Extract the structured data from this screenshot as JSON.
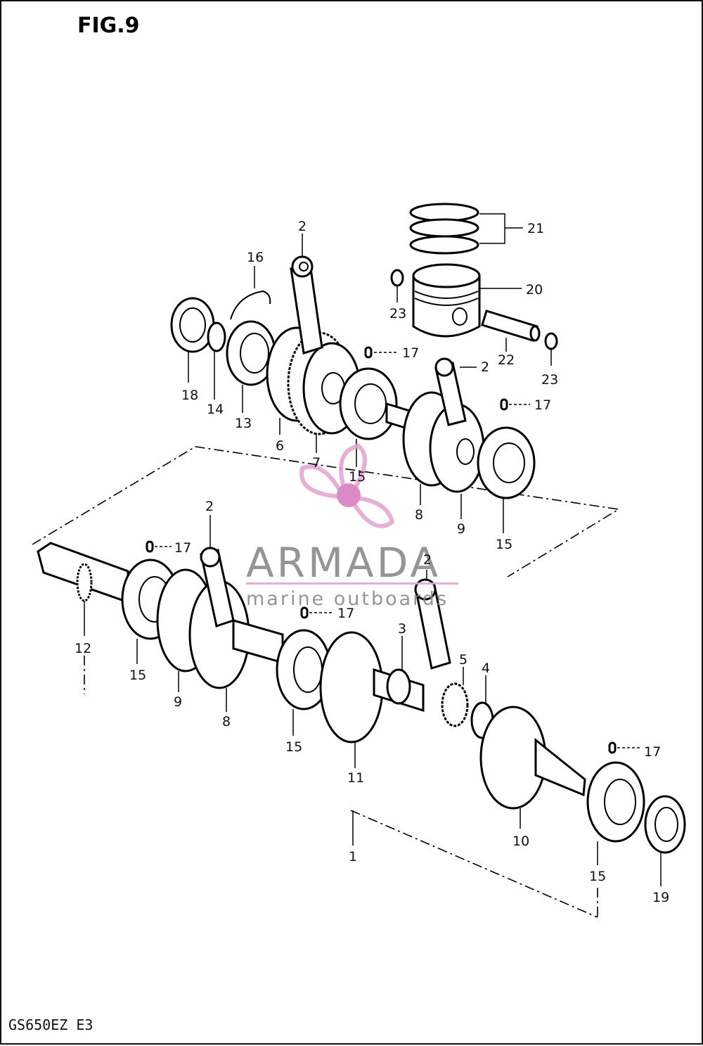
{
  "figure": {
    "title": "FIG.9",
    "model_code": "GS650EZ E3"
  },
  "watermark": {
    "brand": "ARMADA",
    "tagline": "marine outboards",
    "colors": {
      "brand": "#8a8a8a",
      "accent": "#e6a6d2",
      "dot": "#d77fbf"
    }
  },
  "callouts": [
    {
      "id": "c-21",
      "text": "21"
    },
    {
      "id": "c-20",
      "text": "20"
    },
    {
      "id": "c-23a",
      "text": "23"
    },
    {
      "id": "c-23b",
      "text": "23"
    },
    {
      "id": "c-22",
      "text": "22"
    },
    {
      "id": "c-16",
      "text": "16"
    },
    {
      "id": "c-2a",
      "text": "2"
    },
    {
      "id": "c-2b",
      "text": "2"
    },
    {
      "id": "c-2c",
      "text": "2"
    },
    {
      "id": "c-2d",
      "text": "2"
    },
    {
      "id": "c-17a",
      "text": "17"
    },
    {
      "id": "c-17b",
      "text": "17"
    },
    {
      "id": "c-17c",
      "text": "17"
    },
    {
      "id": "c-17d",
      "text": "17"
    },
    {
      "id": "c-17e",
      "text": "17"
    },
    {
      "id": "c-18",
      "text": "18"
    },
    {
      "id": "c-14",
      "text": "14"
    },
    {
      "id": "c-13",
      "text": "13"
    },
    {
      "id": "c-6",
      "text": "6"
    },
    {
      "id": "c-7",
      "text": "7"
    },
    {
      "id": "c-15a",
      "text": "15"
    },
    {
      "id": "c-15b",
      "text": "15"
    },
    {
      "id": "c-15c",
      "text": "15"
    },
    {
      "id": "c-15d",
      "text": "15"
    },
    {
      "id": "c-15e",
      "text": "15"
    },
    {
      "id": "c-8a",
      "text": "8"
    },
    {
      "id": "c-8b",
      "text": "8"
    },
    {
      "id": "c-9a",
      "text": "9"
    },
    {
      "id": "c-9b",
      "text": "9"
    },
    {
      "id": "c-12",
      "text": "12"
    },
    {
      "id": "c-3",
      "text": "3"
    },
    {
      "id": "c-5",
      "text": "5"
    },
    {
      "id": "c-4",
      "text": "4"
    },
    {
      "id": "c-11",
      "text": "11"
    },
    {
      "id": "c-10",
      "text": "10"
    },
    {
      "id": "c-1",
      "text": "1"
    },
    {
      "id": "c-19",
      "text": "19"
    }
  ]
}
